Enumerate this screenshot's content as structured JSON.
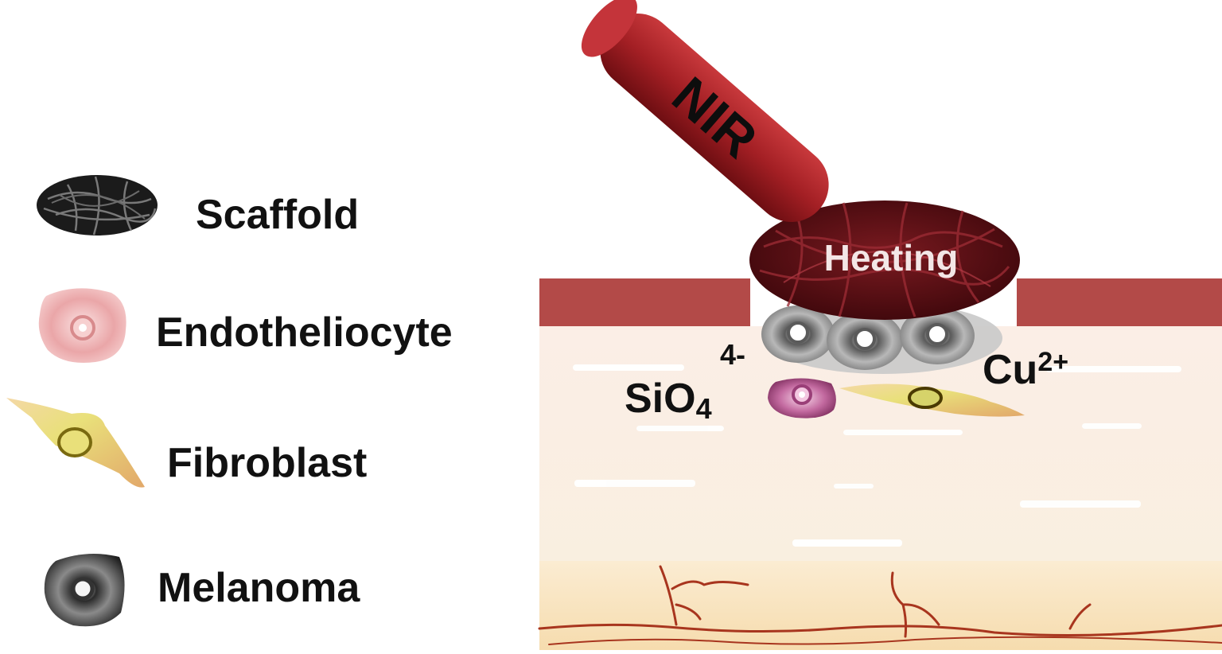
{
  "legend": {
    "items": [
      {
        "id": "scaffold",
        "label": "Scaffold"
      },
      {
        "id": "endotheliocyte",
        "label": "Endotheliocyte"
      },
      {
        "id": "fibroblast",
        "label": "Fibroblast"
      },
      {
        "id": "melanoma",
        "label": "Melanoma"
      }
    ]
  },
  "diagram": {
    "laser_label": "NIR",
    "scaffold_label": "Heating",
    "ion_silicate": {
      "base": "SiO",
      "subscript": "4",
      "charge": "4-"
    },
    "ion_copper": {
      "base": "Cu",
      "charge": "2+"
    }
  },
  "colors": {
    "laser": "#a31f24",
    "scaffold": "#5a0f14",
    "skin_top": "#b34a48",
    "tissue": "#fbeee3",
    "dermis_deep": "#f8dfb7",
    "vessel": "#a8351e",
    "endotheliocyte": "#e8a3a4",
    "fibroblast": "#e6d36a",
    "melanoma": "#3a3a3a"
  }
}
